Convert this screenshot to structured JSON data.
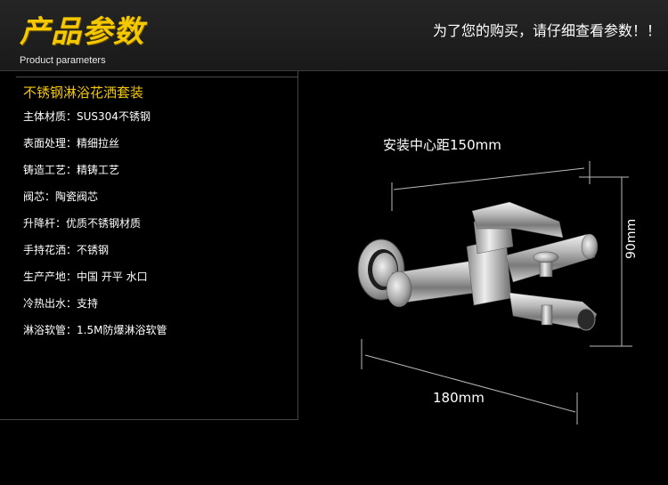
{
  "header": {
    "title": "产品参数",
    "subtitle": "Product parameters",
    "notice": "为了您的购买，请仔细查看参数！！"
  },
  "product": {
    "name": "不锈钢淋浴花洒套装",
    "specs": [
      {
        "label": "主体材质：",
        "value": "SUS304不锈钢"
      },
      {
        "label": "表面处理：",
        "value": "精细拉丝"
      },
      {
        "label": "铸造工艺：",
        "value": "精铸工艺"
      },
      {
        "label": "阀芯：",
        "value": "陶瓷阀芯"
      },
      {
        "label": "升降杆：",
        "value": "优质不锈钢材质"
      },
      {
        "label": "手持花洒：",
        "value": "不锈钢"
      },
      {
        "label": "生产产地：",
        "value": "中国 开平 水口"
      },
      {
        "label": "冷热出水：",
        "value": "支持"
      },
      {
        "label": "淋浴软管：",
        "value": "1.5M防爆淋浴软管"
      }
    ]
  },
  "diagram": {
    "install_label": "安装中心距150mm",
    "width_label": "180mm",
    "height_label": "90mm"
  },
  "colors": {
    "accent": "#f5c800",
    "background": "#000000",
    "divider": "#444444"
  }
}
